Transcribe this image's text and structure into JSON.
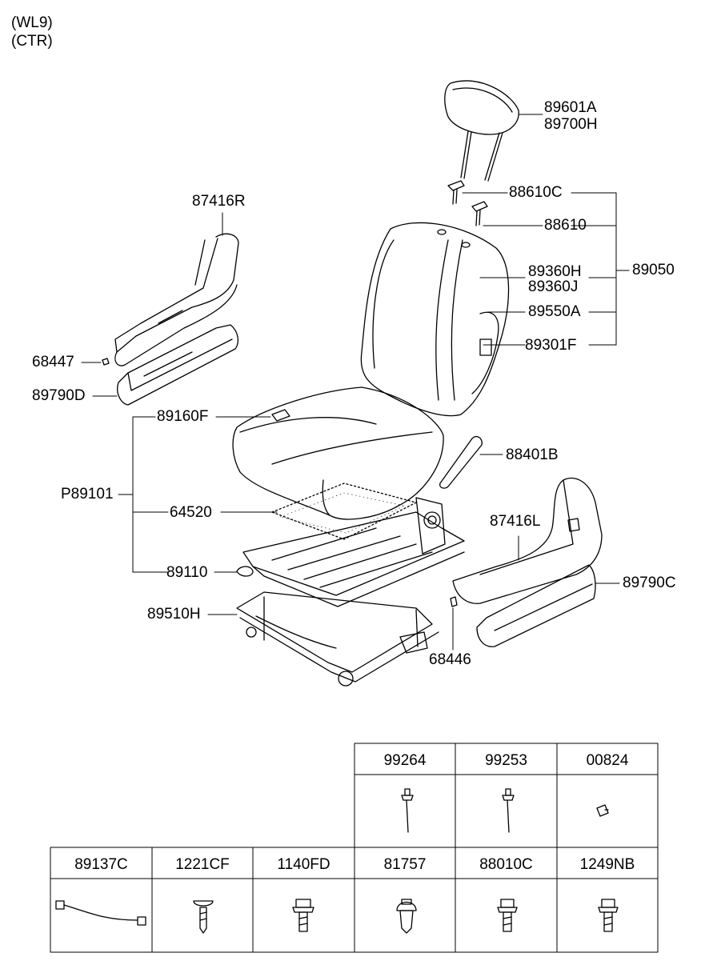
{
  "header": {
    "model": "(WL9)",
    "position": "(CTR)"
  },
  "callouts": {
    "headrest_a": "89601A",
    "headrest_b": "89700H",
    "guide_c": "88610C",
    "guide": "88610",
    "back_assy": "89050",
    "back_cover_a": "89360H",
    "back_cover_b": "89360J",
    "back_pad": "89550A",
    "back_frame": "89301F",
    "shield_r": "87416R",
    "cap_r": "68447",
    "trim_r": "89790D",
    "cushion_cover": "89160F",
    "lever": "88401B",
    "cushion_assy": "P89101",
    "heater": "64520",
    "cushion_frame": "89110",
    "shield_l": "87416L",
    "trim_l": "89790C",
    "track": "89510H",
    "cap_l": "68446"
  },
  "hardware_table": {
    "top_row": [
      "99264",
      "99253",
      "00824"
    ],
    "bottom_row": [
      "89137C",
      "1221CF",
      "1140FD",
      "81757",
      "88010C",
      "1249NB"
    ]
  }
}
